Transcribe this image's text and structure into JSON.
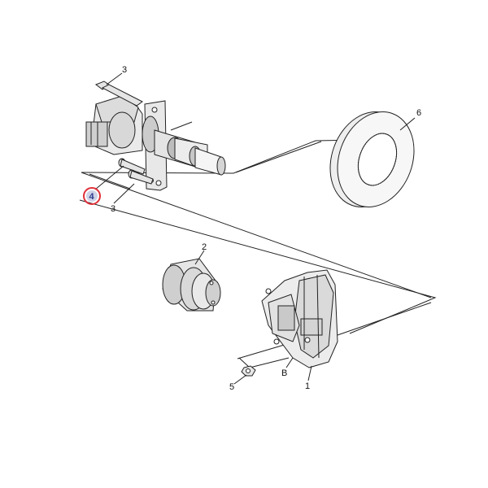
{
  "diagram": {
    "callouts": {
      "c1": "1",
      "c2": "2",
      "c3_top": "3",
      "c3_bottom": "3",
      "c4": "4",
      "c5": "5",
      "c6": "6",
      "cB": "B"
    },
    "highlight_color": "#e0303a"
  }
}
